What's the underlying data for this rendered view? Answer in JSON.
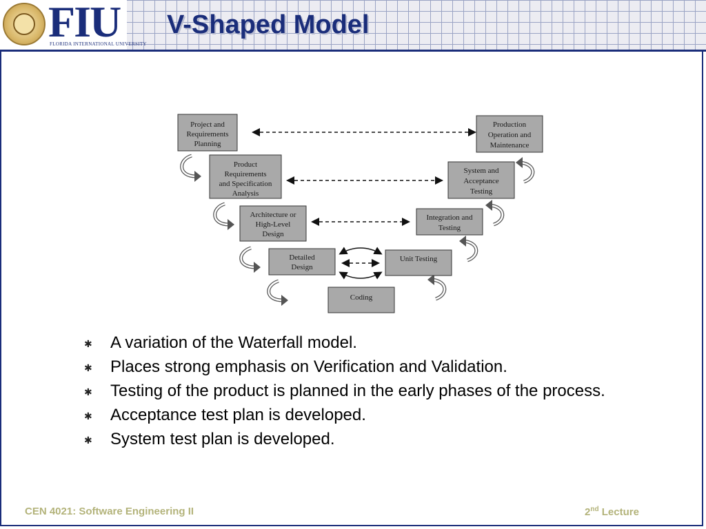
{
  "slide": {
    "title": "V-Shaped Model",
    "logo": {
      "wordmark": "FIU",
      "subtitle": "FLORIDA INTERNATIONAL UNIVERSITY"
    }
  },
  "diagram": {
    "left_boxes": [
      {
        "lines": [
          "Project and",
          "Requirements",
          "Planning"
        ]
      },
      {
        "lines": [
          "Product",
          "Requirements",
          "and Specification",
          "Analysis"
        ]
      },
      {
        "lines": [
          "Architecture or",
          "High-Level",
          "Design"
        ]
      },
      {
        "lines": [
          "Detailed",
          "Design"
        ]
      }
    ],
    "bottom_box": {
      "lines": [
        "Coding"
      ]
    },
    "right_boxes": [
      {
        "lines": [
          "Production",
          "Operation and",
          "Maintenance"
        ]
      },
      {
        "lines": [
          "System and",
          "Acceptance",
          "Testing"
        ]
      },
      {
        "lines": [
          "Integration and",
          "Testing"
        ]
      },
      {
        "lines": [
          "Unit Testing"
        ]
      }
    ]
  },
  "bullets": [
    "A variation of the Waterfall model.",
    "Places strong emphasis on Verification and Validation.",
    "Testing of the product is planned in the early phases of the process.",
    "Acceptance test plan is developed.",
    "System test plan is developed."
  ],
  "bullet_symbol": "✱",
  "footer": {
    "course": "CEN 4021: Software Engineering II",
    "lecture_num": "2",
    "lecture_sup": "nd",
    "lecture_word": "Lecture"
  },
  "colors": {
    "title": "#1a2d7a",
    "footer": "#b3b37a",
    "box_fill": "#a9a9a9"
  }
}
